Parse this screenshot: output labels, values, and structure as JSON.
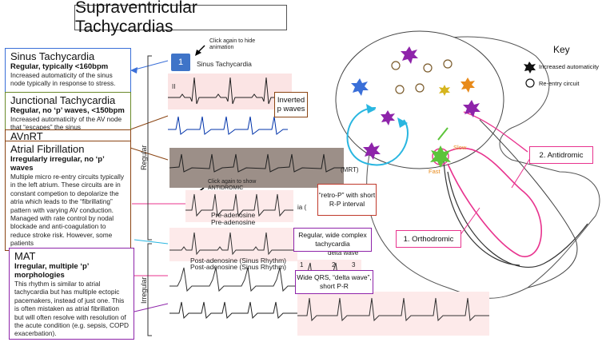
{
  "title": "Supraventricular Tachycardias",
  "hint_top": "Click again to hide animation",
  "hint_mid": "Click again to show ANTIDROMIC",
  "step_button": "1",
  "strip_labels": {
    "sinus": "Sinus Tachycardia",
    "ii": "II",
    "pre_adenosine_1": "Pre-adenosine",
    "pre_adenosine_2": "Pre-adenosine",
    "post_adenosine_1": "Post-adenosine (Sinus Rhythm)",
    "post_adenosine_2": "Post-adenosine (Sinus Rhythm)",
    "mrt": "(MRT)",
    "num_1": "1",
    "num_2": "2",
    "num_3": "3",
    "ia": "ia (",
    "delta_wave": "delta wave"
  },
  "side_labels": {
    "regular": "Regular",
    "irregular": "Irregular"
  },
  "cards": [
    {
      "title": "Sinus Tachycardia",
      "subtitle": "Regular, typically <160bpm",
      "body": "Increased automaticity of the sinus node typically in response to stress."
    },
    {
      "title": "Junctional Tachycardia",
      "subtitle": "Regular, no ‘p’ waves, <150bpm",
      "body": "Increased automaticity of the AV node that “escapes” the sinus"
    },
    {
      "title": "AVnRT"
    },
    {
      "title": "Atrial Fibrillation",
      "subtitle": "Irregularly irregular, no ‘p’ waves",
      "body": "Multiple micro re-entry circuits typically in the left atrium.  These circuits are in constant competion to depolarize the atria which leads to the “fibrillating” pattern with varying AV conduction.  Managed with rate control by nodal blockade and anti-coagulation to reduce stroke risk.  However, some patients"
    },
    {
      "title": "MAT",
      "subtitle": "Irregular, multiple ‘p’ morphologies",
      "body": "This rhythm is similar to atrial tachycardia but has multiple ectopic pacemakers, instead of just one.  This is often mistaken as atrial fibrillation but will often resolve with resolution of the acute condition (e.g. sepsis, COPD exacerbation)."
    }
  ],
  "callouts": {
    "inverted_p": "Inverted p waves",
    "retro_p": "“retro-P” with short R-P interval",
    "wide_complex": "Regular, wide complex tachycardia",
    "wide_qrs": "Wide QRS, “delta wave”, short P-R",
    "orthodromic": "1. Orthodromic",
    "antidromic": "2. Antidromic"
  },
  "key": {
    "title": "Key",
    "automaticity": "Increased automaticity",
    "reentry": "Re-entry circuit"
  },
  "heart_labels": {
    "slow": "Slow",
    "fast": "Fast"
  },
  "colors": {
    "pink": "#e8338e",
    "cyan": "#29b6e0",
    "purple": "#8e24aa",
    "brown": "#8b4513",
    "green": "#5cc43a",
    "blue": "#3a6fd8"
  }
}
